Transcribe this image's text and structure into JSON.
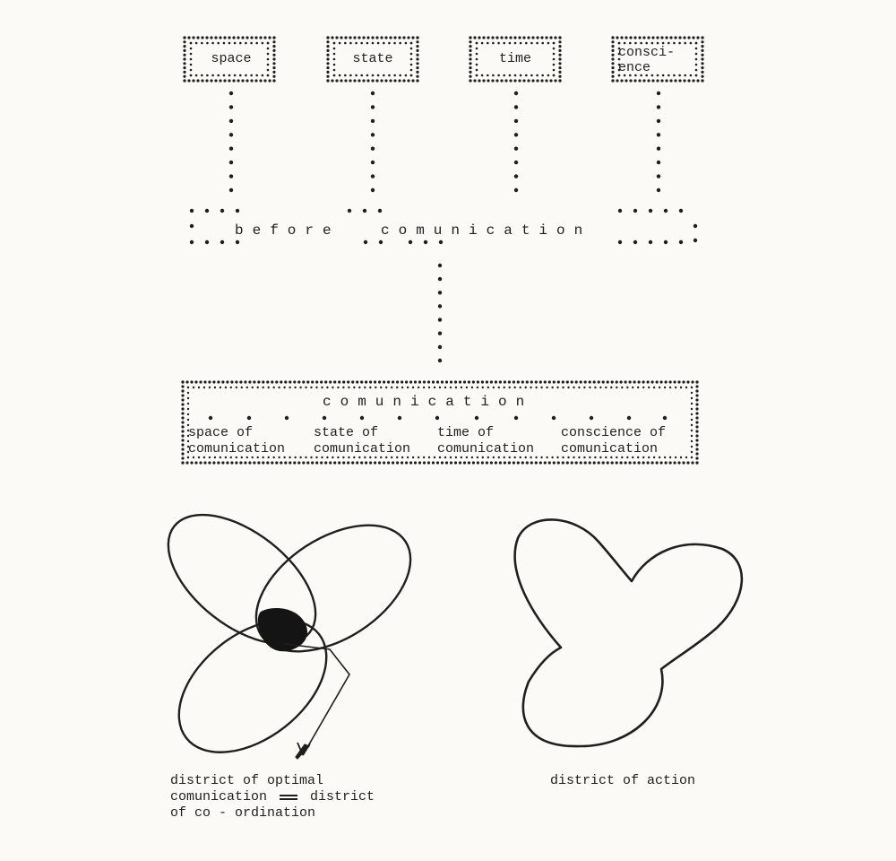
{
  "top_boxes": [
    {
      "label": "space"
    },
    {
      "label": "state"
    },
    {
      "label": "time"
    },
    {
      "label": "consci-\nence"
    }
  ],
  "before_communication": {
    "word1": "before",
    "word2": "comunication"
  },
  "communication": {
    "title": "comunication",
    "items": [
      {
        "line1": "space of",
        "line2": "comunication"
      },
      {
        "line1": "state of",
        "line2": "comunication"
      },
      {
        "line1": "time of",
        "line2": "comunication"
      },
      {
        "line1": "conscience of",
        "line2": "comunication"
      }
    ]
  },
  "captions": {
    "optimal_line1": "district of optimal",
    "optimal_line2": "comunication",
    "optimal_equals": "district",
    "optimal_line3": "of co - ordination",
    "action": "district of action"
  }
}
